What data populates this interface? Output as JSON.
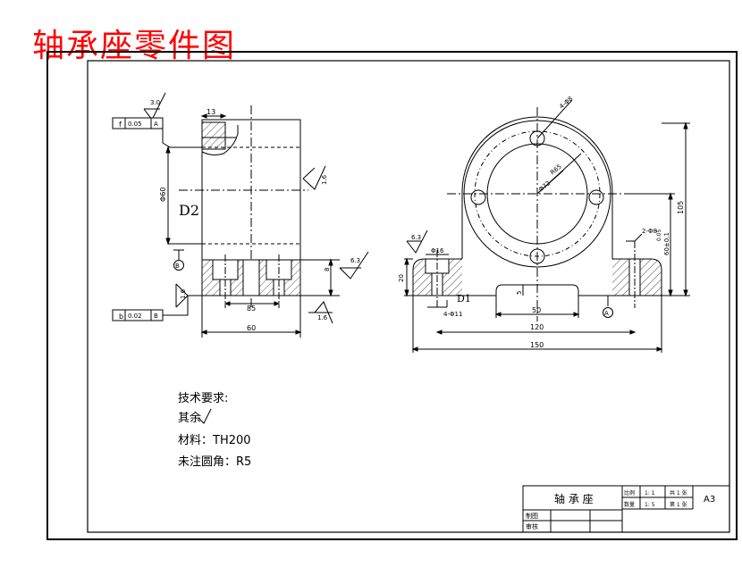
{
  "title": "轴承座零件图",
  "front_view": {
    "dim_top": "13",
    "datum_f_label": "f",
    "datum_f_value": "0.05",
    "datum_f_ref": "A",
    "roughness_top": "3.0",
    "dim_height": "Φ60",
    "label_d2": "D2",
    "roughness_right": "1.6",
    "datum_b_marker": "B",
    "roughness_base_right": "6.3",
    "dim_base_h": "8",
    "roughness_left": "1.6",
    "datum_b_label": "b",
    "datum_b_value": "0.02",
    "datum_b_ref": "B",
    "dim_85": "85",
    "roughness_bottom": "1.6",
    "dim_60": "60"
  },
  "side_view": {
    "dim_holes": "4-Φ8",
    "dim_r65": "R65",
    "dim_phi72": "Φ72",
    "dim_105": "105",
    "dim_2_phi8": "2-Φ8",
    "dim_offset": "60±0.1",
    "dim_tol": "0.05",
    "roughness_left": "6.3",
    "dim_phi16": "Φ16",
    "dim_20": "20",
    "label_d1": "D1",
    "dim_5": "5",
    "dim_4_phi11": "4-Φ11",
    "dim_50": "50",
    "datum_a_marker": "A",
    "dim_120": "120",
    "dim_150": "150"
  },
  "notes": {
    "heading": "技术要求:",
    "line1": "其余",
    "line2": "材料：TH200",
    "line3": "未注圆角：R5"
  },
  "title_block": {
    "part_name": "轴 承 座",
    "scale_label": "比例",
    "scale_value": "1: 1",
    "sheets_label": "共 1 张",
    "qty_label": "数量",
    "qty_value": "1: 5",
    "sheet_no": "第 1 张",
    "size": "A3",
    "drawn_label": "制图",
    "checked_label": "审核"
  }
}
